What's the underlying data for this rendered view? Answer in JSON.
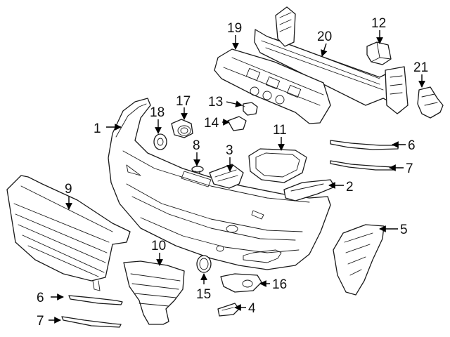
{
  "callouts": [
    {
      "id": "1",
      "label": "1"
    },
    {
      "id": "2",
      "label": "2"
    },
    {
      "id": "3",
      "label": "3"
    },
    {
      "id": "4",
      "label": "4"
    },
    {
      "id": "5",
      "label": "5"
    },
    {
      "id": "6a",
      "label": "6"
    },
    {
      "id": "6b",
      "label": "6"
    },
    {
      "id": "7a",
      "label": "7"
    },
    {
      "id": "7b",
      "label": "7"
    },
    {
      "id": "8",
      "label": "8"
    },
    {
      "id": "9",
      "label": "9"
    },
    {
      "id": "10",
      "label": "10"
    },
    {
      "id": "11",
      "label": "11"
    },
    {
      "id": "12",
      "label": "12"
    },
    {
      "id": "13",
      "label": "13"
    },
    {
      "id": "14",
      "label": "14"
    },
    {
      "id": "15",
      "label": "15"
    },
    {
      "id": "16",
      "label": "16"
    },
    {
      "id": "17",
      "label": "17"
    },
    {
      "id": "18",
      "label": "18"
    },
    {
      "id": "19",
      "label": "19"
    },
    {
      "id": "20",
      "label": "20"
    },
    {
      "id": "21",
      "label": "21"
    }
  ]
}
